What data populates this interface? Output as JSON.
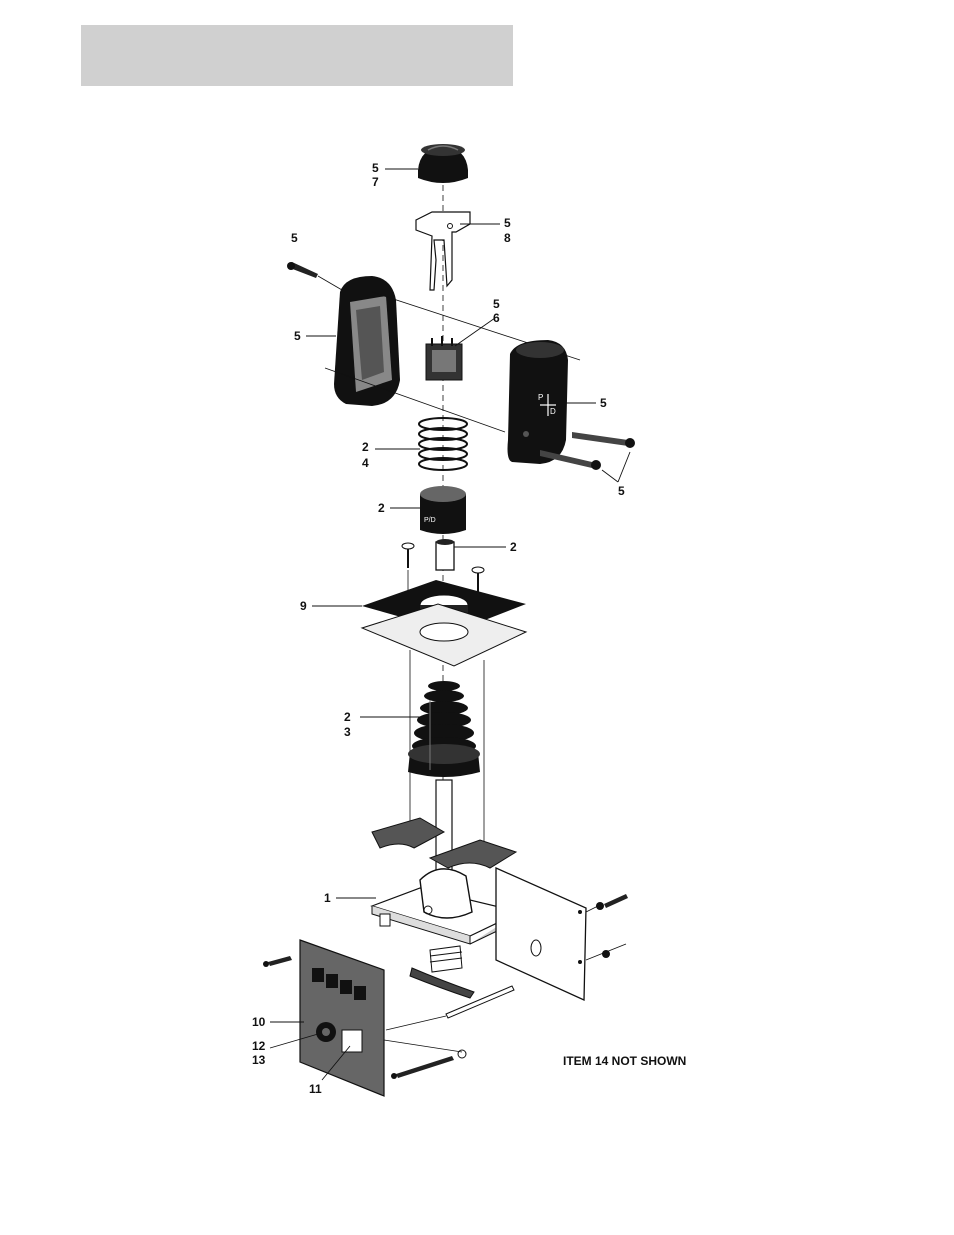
{
  "header": {
    "title": ""
  },
  "callouts": {
    "knob_5": "5",
    "knob_7": "7",
    "fork_5": "5",
    "fork_8": "8",
    "screw_top_5": "5",
    "left_grip_5": "5",
    "switch_5": "5",
    "switch_6": "6",
    "right_grip_5": "5",
    "screws_right_5": "5",
    "spring_2": "2",
    "spring_4": "4",
    "collar_2": "2",
    "sleeve_2": "2",
    "plate_9": "9",
    "boot_2": "2",
    "boot_3": "3",
    "base_1": "1",
    "board_10": "10",
    "pot_12": "12",
    "pot_13": "13",
    "terminal_11": "11"
  },
  "note": "ITEM 14 NOT SHOWN"
}
